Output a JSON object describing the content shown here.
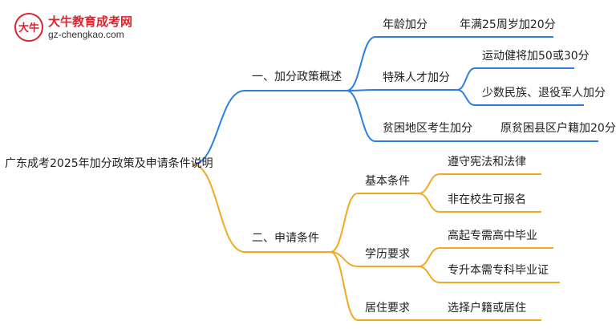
{
  "logo": {
    "mark_text": "大牛",
    "name": "大牛教育成考网",
    "url": "gz-chengkao.com"
  },
  "colors": {
    "branch_blue": "#2f7fe0",
    "branch_orange": "#f2a91e",
    "brand_red": "#d8262e"
  },
  "root": {
    "label": "广东成考2025年加分政策及申请条件说明"
  },
  "branches": [
    {
      "label": "一、加分政策概述",
      "color": "#2f7fe0",
      "children": [
        {
          "label": "年龄加分",
          "items": [
            "年满25周岁加20分"
          ]
        },
        {
          "label": "特殊人才加分",
          "items": [
            "运动健将加50或30分",
            "少数民族、退役军人加分"
          ]
        },
        {
          "label": "贫困地区考生加分",
          "items": [
            "原贫困县区户籍加20分"
          ]
        }
      ]
    },
    {
      "label": "二、申请条件",
      "color": "#f2a91e",
      "children": [
        {
          "label": "基本条件",
          "items": [
            "遵守宪法和法律",
            "非在校生可报名"
          ]
        },
        {
          "label": "学历要求",
          "items": [
            "高起专需高中毕业",
            "专升本需专科毕业证"
          ]
        },
        {
          "label": "居住要求",
          "items": [
            "选择户籍或居住"
          ]
        }
      ]
    }
  ]
}
